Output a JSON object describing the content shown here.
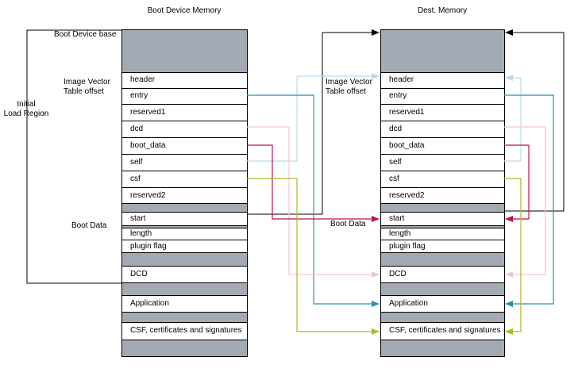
{
  "titles": {
    "left": "Boot Device Memory",
    "right": "Dest. Memory"
  },
  "labels": {
    "boot_device_base": "Boot Device base",
    "ivt_offset_line1": "Image Vector",
    "ivt_offset_line2": "Table offset",
    "initial_line1": "Initial",
    "initial_line2": "Load Region",
    "boot_data": "Boot Data"
  },
  "fields": {
    "header": "header",
    "entry": "entry",
    "reserved1": "reserved1",
    "dcd": "dcd",
    "boot_data": "boot_data",
    "self": "self",
    "csf": "csf",
    "reserved2": "reserved2",
    "start": "start",
    "length": "length",
    "plugin_flag": "plugin flag",
    "dcd_block": "DCD",
    "application": "Application",
    "csf_block": "CSF, certificates and signatures"
  },
  "colors": {
    "block_gray": "#a3aab3",
    "light_blue": "#b9d9e9",
    "teal": "#2f8fb0",
    "pink": "#f0c6d3",
    "magenta": "#c0114d",
    "olive": "#b2b820",
    "black": "#000000"
  }
}
